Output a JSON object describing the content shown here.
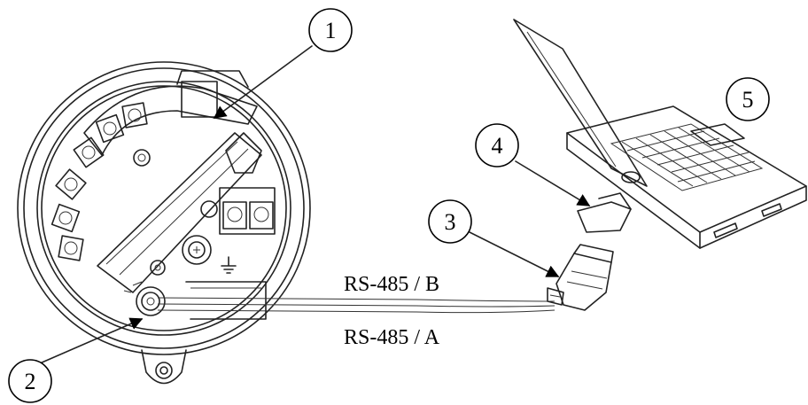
{
  "callouts": [
    {
      "id": "1",
      "label": "1"
    },
    {
      "id": "2",
      "label": "2"
    },
    {
      "id": "3",
      "label": "3"
    },
    {
      "id": "4",
      "label": "4"
    },
    {
      "id": "5",
      "label": "5"
    }
  ],
  "wires": {
    "b_label": "RS-485 / B",
    "a_label": "RS-485 / A"
  }
}
